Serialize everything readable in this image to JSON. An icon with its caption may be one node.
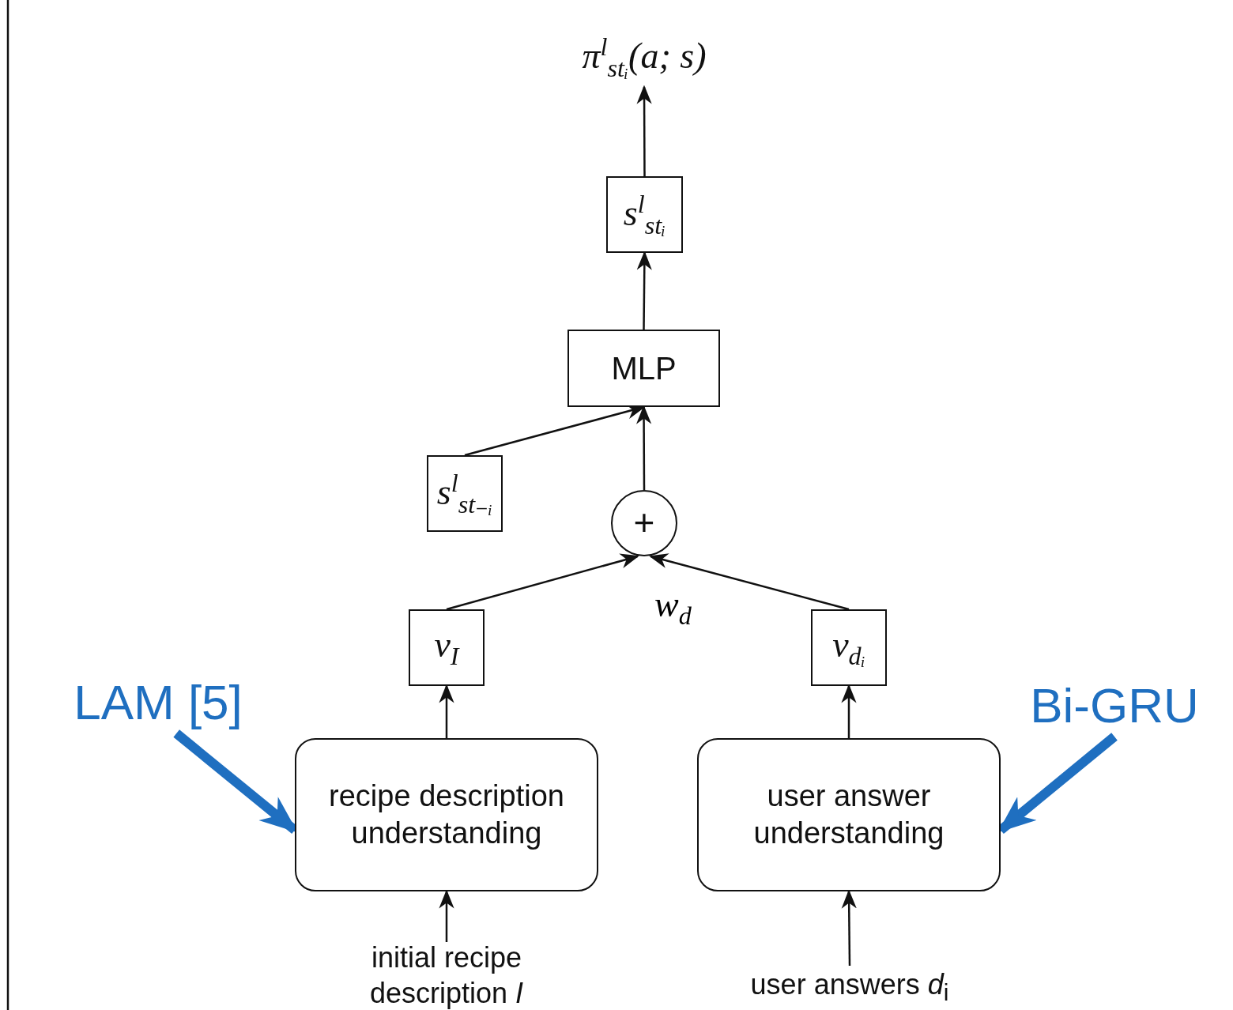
{
  "diagram": {
    "nodes": [
      {
        "text": [
          "π$^{l}$$_{stᵢ}$(a; s)"
        ]
      },
      {
        "text": [
          "s$^{l}$$_{stᵢ}$"
        ]
      },
      {
        "text": [
          "MLP"
        ]
      },
      {
        "text": [
          "s$^{l}$$_{st₋ᵢ}$"
        ]
      },
      {
        "text": [
          "+"
        ]
      },
      {
        "text": [
          "v$_{I}$"
        ]
      },
      {
        "text": [
          "v$_{dᵢ}$"
        ]
      },
      {
        "text": [
          "recipe description understanding"
        ]
      },
      {
        "text": [
          "user answer understanding"
        ]
      },
      {
        "text": [
          "initial recipe description *I*"
        ]
      },
      {
        "text": [
          "user answers *d*$_{i}$"
        ]
      },
      {
        "text": [
          "LAM [5]"
        ]
      },
      {
        "text": [
          "Bi-GRU"
        ]
      }
    ],
    "edges": [
      {
        "from": 1,
        "to": 0,
        "arrow": "to"
      },
      {
        "from": 2,
        "to": 1,
        "arrow": "to"
      },
      {
        "from": 3,
        "to": 2,
        "arrow": "to"
      },
      {
        "from": 4,
        "to": 2,
        "arrow": "to"
      },
      {
        "from": 5,
        "to": 4,
        "arrow": "to"
      },
      {
        "from": 6,
        "to": 4,
        "arrow": "to",
        "label": "w$_{d}$"
      },
      {
        "from": 7,
        "to": 5,
        "arrow": "to"
      },
      {
        "from": 8,
        "to": 6,
        "arrow": "to"
      },
      {
        "from": 9,
        "to": 7,
        "arrow": "to"
      },
      {
        "from": 10,
        "to": 8,
        "arrow": "to"
      },
      {
        "from": 11,
        "to": 7,
        "arrow": "to",
        "style": "thick",
        "color": "#1f6fc0"
      },
      {
        "from": 12,
        "to": 8,
        "arrow": "to",
        "style": "thick",
        "color": "#1f6fc0"
      }
    ]
  }
}
